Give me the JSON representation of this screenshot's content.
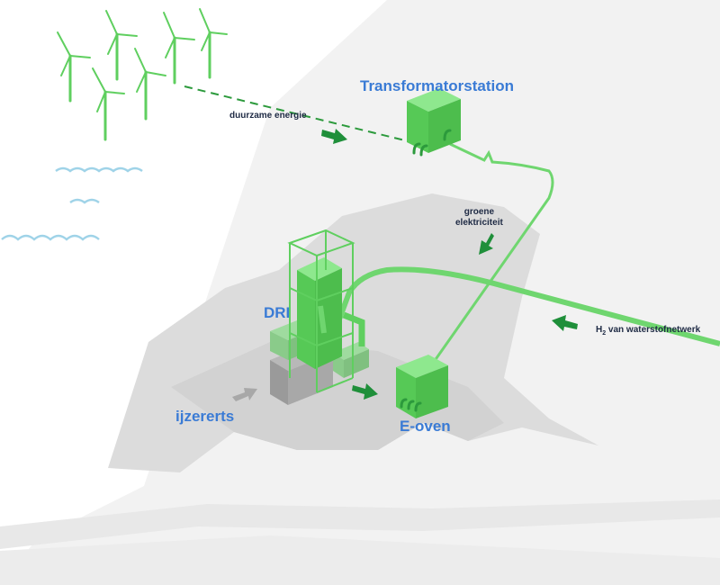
{
  "labels": {
    "transformatorstation": "Transformatorstation",
    "duurzame_energie": "duurzame energie",
    "groene_elektriciteit_line1": "groene",
    "groene_elektriciteit_line2": "elektriciteit",
    "dri": "DRI",
    "ijzererts": "ijzererts",
    "e_oven": "E-oven",
    "h2_prefix": "H",
    "h2_subscript": "2",
    "h2_suffix": " van waterstofnetwerk"
  },
  "colors": {
    "green_line": "#5fcf5f",
    "green_arrow": "#1f8f3a",
    "green_box": "#5ed35e",
    "label_blue": "#3a7bd5",
    "label_dark": "#1e2a44",
    "water": "#9fd3e8",
    "land": "#f1f1f1",
    "site": "#dcdcdc"
  }
}
